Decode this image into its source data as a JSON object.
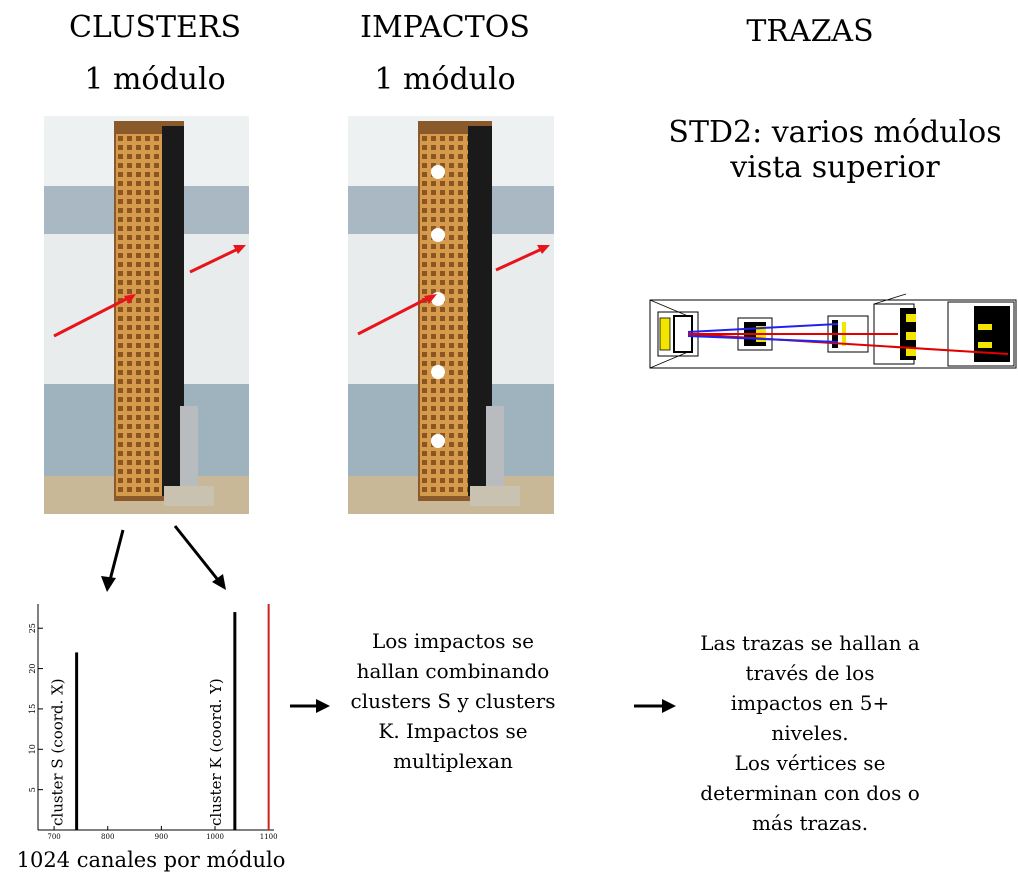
{
  "columns": {
    "clusters": {
      "title": "CLUSTERS",
      "subtitle": "1 módulo"
    },
    "impactos": {
      "title": "IMPACTOS",
      "subtitle": "1 módulo"
    },
    "trazas": {
      "title": "TRAZAS",
      "subtitle_line1": "STD2: varios módulos",
      "subtitle_line2": "vista superior"
    }
  },
  "histogram": {
    "caption": "1024 canales por módulo",
    "label_s": "cluster S (coord. X)",
    "label_k": "cluster K (coord. Y)",
    "y_ticks": [
      "25",
      "20",
      "15",
      "10",
      "5"
    ],
    "x_ticks": [
      "700",
      "800",
      "900",
      "1000",
      "1100"
    ]
  },
  "chart_data": {
    "type": "bar",
    "y_ticks": [
      5,
      10,
      15,
      20,
      25
    ],
    "x_ticks": [
      700,
      800,
      900,
      1000,
      1100
    ],
    "ylim": [
      0,
      28
    ],
    "xlim": [
      670,
      1110
    ],
    "series": [
      {
        "name": "cluster S (coord. X)",
        "x": 742,
        "value": 22
      },
      {
        "name": "cluster K (coord. Y)",
        "x": 1037,
        "value": 27
      }
    ],
    "marker_x": 1100,
    "colors": {
      "bars": "#000000",
      "marker": "#cc2222"
    }
  },
  "impactos_text": [
    "Los impactos se",
    "hallan combinando",
    "clusters S y clusters",
    "K. Impactos se",
    "multiplexan"
  ],
  "trazas_text": [
    "Las trazas se hallan a",
    "través de los",
    "impactos en 5+",
    "niveles.",
    "Los vértices se",
    "determinan con dos o",
    "más trazas."
  ],
  "colors": {
    "arrow_red": "#e8141c",
    "wood": "#c98a3a",
    "track_red": "#e00000",
    "track_blue": "#2222ee",
    "yellow": "#f2e600"
  }
}
